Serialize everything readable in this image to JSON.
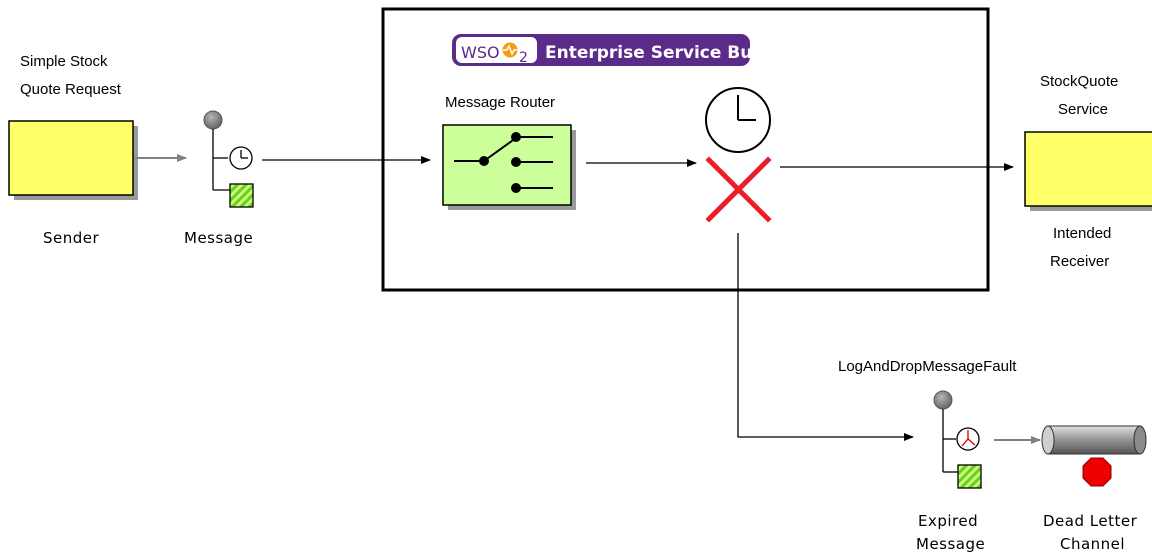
{
  "labels": {
    "sender_title": "Simple Stock",
    "sender_title_2": "Quote Request",
    "sender_caption": "Sender",
    "message_caption": "Message",
    "router_title": "Message Router",
    "service_title": "StockQuote",
    "service_title_2": "Service",
    "receiver_caption": "Intended",
    "receiver_caption_2": "Receiver",
    "fault_title": "LogAndDropMessageFault",
    "expired_caption": "Expired",
    "expired_caption_2": "Message",
    "deadletter_caption": "Dead Letter",
    "deadletter_caption_2": "Channel"
  },
  "brand": {
    "logo_text": "WSO",
    "logo_sub": "2",
    "product": "Enterprise Service Bus"
  },
  "colors": {
    "endpoint_fill": "#ffff66",
    "router_fill": "#ccff99",
    "brand_purple": "#5b2b8a",
    "brand_orange": "#f39c12",
    "reject_red": "#ee1c24",
    "stop_red": "#ee0000"
  },
  "icons": {
    "timer": "clock-icon",
    "reject": "red-x-icon",
    "stop": "stop-sign-icon",
    "channel": "pipe-channel-icon"
  }
}
